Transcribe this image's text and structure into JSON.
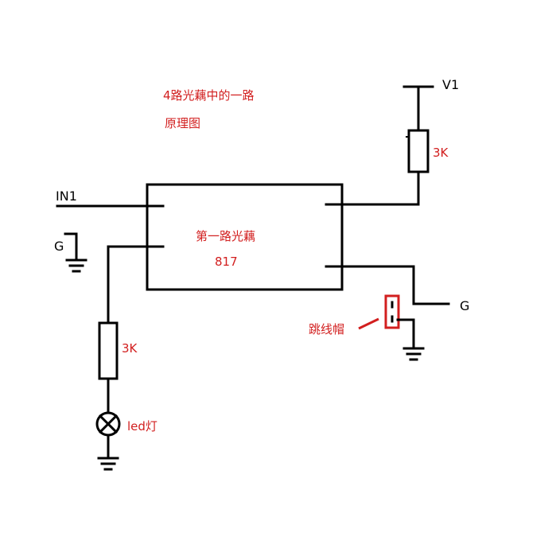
{
  "colors": {
    "wire": "#000000",
    "annotation": "#d21f1f",
    "background": "#ffffff"
  },
  "title": {
    "line1": "4路光藕中的一路",
    "line2": "原理图"
  },
  "labels": {
    "v1": "V1",
    "in1": "IN1",
    "g_left": "G",
    "g_right": "G",
    "resistor_top": "3K",
    "resistor_left": "3K",
    "led": "led灯",
    "jumper": "跳线帽"
  },
  "optocoupler": {
    "name": "第一路光藕",
    "model": "817"
  }
}
